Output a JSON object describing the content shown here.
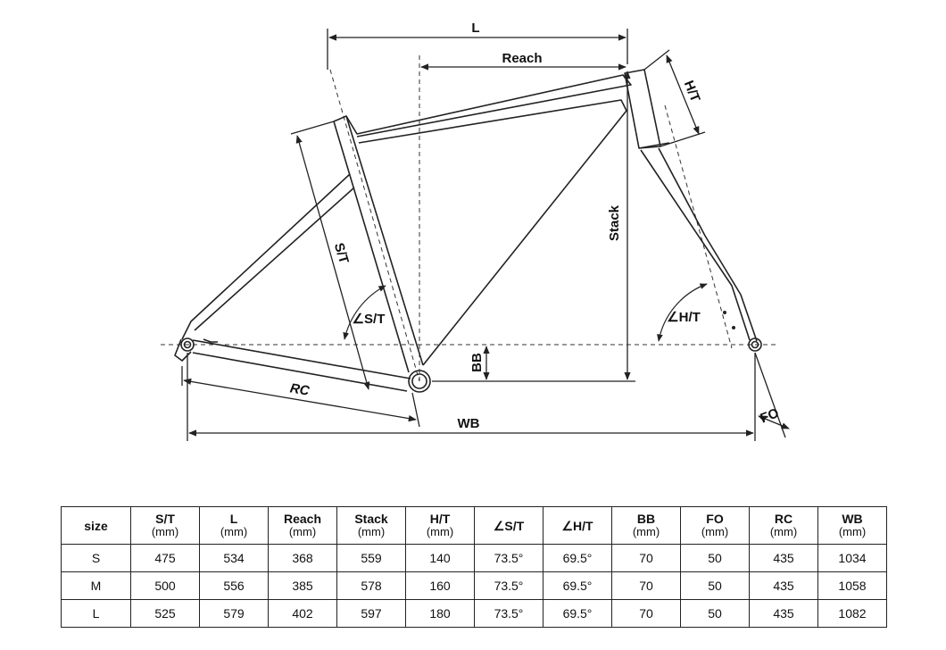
{
  "diagram": {
    "labels": {
      "L": "L",
      "Reach": "Reach",
      "HT": "H/T",
      "ST": "S/T",
      "Stack": "Stack",
      "ST_angle": "∠S/T",
      "HT_angle": "∠H/T",
      "BB": "BB",
      "RC": "RC",
      "WB": "WB",
      "FO": "FO"
    }
  },
  "table": {
    "headers": [
      {
        "title": "size",
        "unit": ""
      },
      {
        "title": "S/T",
        "unit": "(mm)"
      },
      {
        "title": "L",
        "unit": "(mm)"
      },
      {
        "title": "Reach",
        "unit": "(mm)"
      },
      {
        "title": "Stack",
        "unit": "(mm)"
      },
      {
        "title": "H/T",
        "unit": "(mm)"
      },
      {
        "title": "∠S/T",
        "unit": ""
      },
      {
        "title": "∠H/T",
        "unit": ""
      },
      {
        "title": "BB",
        "unit": "(mm)"
      },
      {
        "title": "FO",
        "unit": "(mm)"
      },
      {
        "title": "RC",
        "unit": "(mm)"
      },
      {
        "title": "WB",
        "unit": "(mm)"
      }
    ],
    "rows": [
      [
        "S",
        "475",
        "534",
        "368",
        "559",
        "140",
        "73.5°",
        "69.5°",
        "70",
        "50",
        "435",
        "1034"
      ],
      [
        "M",
        "500",
        "556",
        "385",
        "578",
        "160",
        "73.5°",
        "69.5°",
        "70",
        "50",
        "435",
        "1058"
      ],
      [
        "L",
        "525",
        "579",
        "402",
        "597",
        "180",
        "73.5°",
        "69.5°",
        "70",
        "50",
        "435",
        "1082"
      ]
    ]
  }
}
